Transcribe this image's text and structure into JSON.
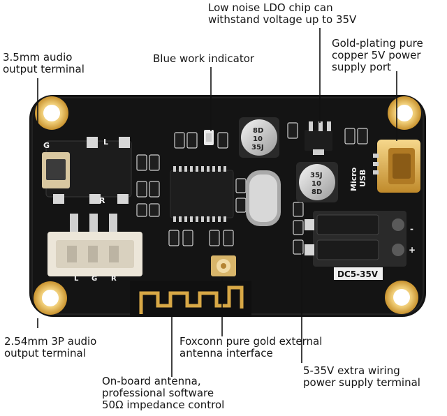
{
  "callouts": {
    "ldo_chip": [
      "Low noise LDO chip can",
      "withstand voltage up to 35V"
    ],
    "audio_out_35mm": [
      "3.5mm audio",
      "output terminal"
    ],
    "blue_indicator": [
      "Blue work indicator"
    ],
    "usb_port": [
      "Gold-plating pure",
      "copper 5V power",
      "supply port"
    ],
    "audio_out_3p": [
      "2.54mm 3P audio",
      "output terminal"
    ],
    "antenna_interface": [
      "Foxconn pure gold external",
      "antenna interface"
    ],
    "power_terminal": [
      "5-35V extra wiring",
      "power supply terminal"
    ],
    "onboard_antenna": [
      "On-board antenna,",
      "professional software",
      "50Ω impedance control"
    ]
  },
  "board": {
    "silkscreen": {
      "pin_g": "G",
      "pin_l": "L",
      "pin_r": "R",
      "header_l": "L",
      "header_g": "G",
      "header_r": "R",
      "usb_label": [
        "Micro",
        "USB"
      ],
      "dc_label": "DC5-35V",
      "plus": "+",
      "minus": "-",
      "cap1": [
        "8D",
        "10",
        "35J"
      ],
      "cap2": [
        "8D",
        "10",
        "35J"
      ]
    }
  },
  "colors": {
    "board": "#151515",
    "gold": "#d8a846",
    "connector_white": "#ece6d9",
    "terminal_black": "#2a2a2a"
  }
}
